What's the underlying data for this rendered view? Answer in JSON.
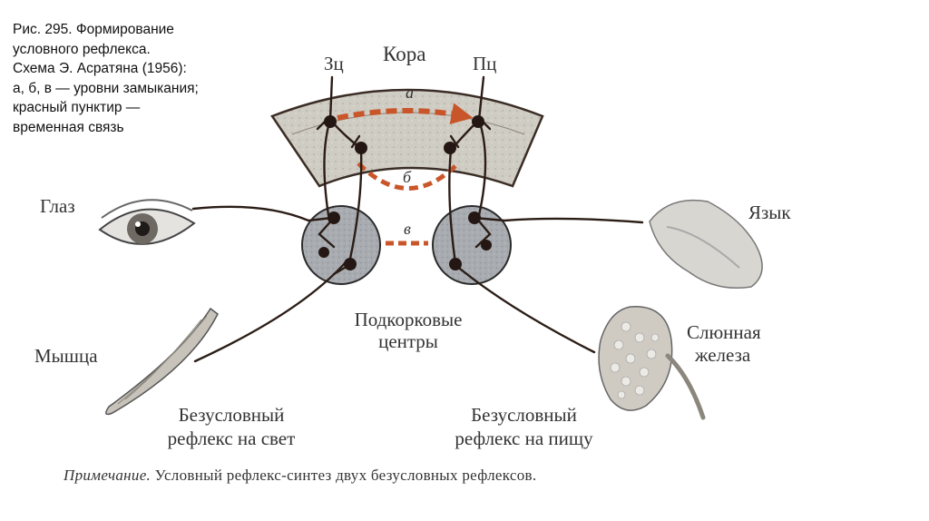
{
  "caption": {
    "lines": [
      "Рис. 295. Формирование",
      "условного рефлекса.",
      "Схема Э. Асратяна (1956):",
      "а, б, в — уровни замыкания;",
      "красный пунктир —",
      "временная связь"
    ]
  },
  "labels": {
    "cortex": "Кора",
    "zc": "Зц",
    "pc": "Пц",
    "level_a": "а",
    "level_b": "б",
    "level_v": "в",
    "eye": "Глаз",
    "tongue": "Язык",
    "muscle": "Мышца",
    "gland_line1": "Слюнная",
    "gland_line2": "железа",
    "subcortex_line1": "Подкорковые",
    "subcortex_line2": "центры",
    "reflex_light_line1": "Безусловный",
    "reflex_light_line2": "рефлекс на свет",
    "reflex_food_line1": "Безусловный",
    "reflex_food_line2": "рефлекс на пищу"
  },
  "note": {
    "prefix": "Примечание.",
    "text": "Условный рефлекс-синтез двух безусловных рефлексов."
  },
  "colors": {
    "temporary_link": "#c9562a",
    "cortex_fill": "#c9c6bd",
    "center_fill": "#a9adb2",
    "nerve": "#2b1d16"
  }
}
